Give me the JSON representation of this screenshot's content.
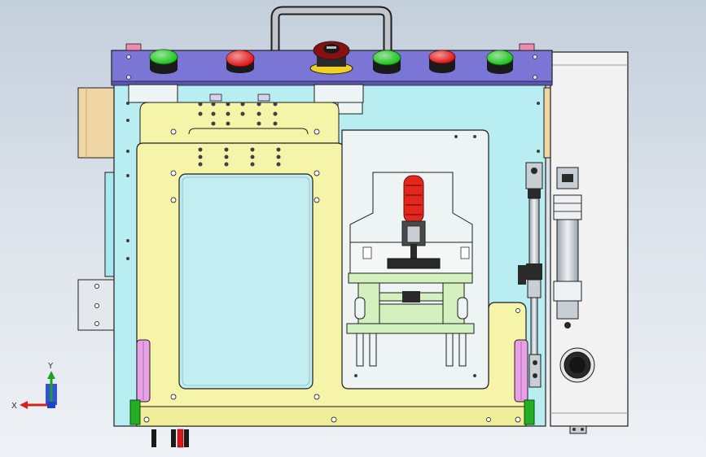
{
  "viewport": {
    "background_top": "#c4cfdc",
    "background_bottom": "#eef1f5"
  },
  "axes_triad": {
    "x_label": "X",
    "y_label": "Y",
    "x_color": "#d42020",
    "y_color": "#20a020",
    "z_color": "#2040d0"
  },
  "colors": {
    "outline": "#1e1e1e",
    "panel_blue": "#7b76d6",
    "frame_cyan": "#b8eef2",
    "plate_yellow": "#f6f4a8",
    "fixture_green": "#d3f1bf",
    "clamp_red": "#e2281e",
    "side_orange": "#f0d6a4",
    "cabinet_white": "#f2f2f2",
    "steel_grey": "#c8ced4",
    "magenta_stop": "#e6a0e6"
  },
  "buttons": [
    {
      "name": "green-button-1",
      "color": "#1fc41f"
    },
    {
      "name": "red-button-1",
      "color": "#e01818"
    },
    {
      "name": "emergency-stop-button",
      "color": "#8a1010"
    },
    {
      "name": "green-button-2",
      "color": "#1fc41f"
    },
    {
      "name": "red-button-2",
      "color": "#e01818"
    },
    {
      "name": "green-button-3",
      "color": "#1fc41f"
    }
  ]
}
